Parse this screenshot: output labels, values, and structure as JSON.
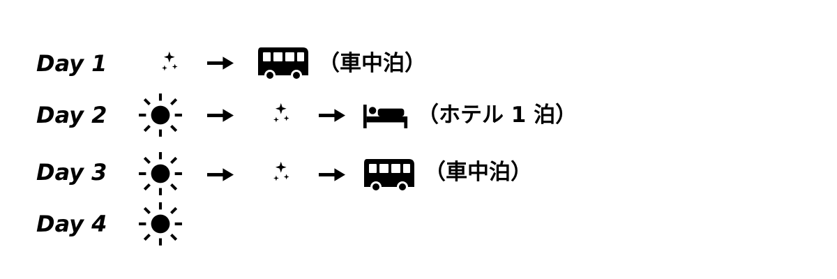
{
  "days": [
    {
      "label": "Day 1",
      "note": "（車中泊）"
    },
    {
      "label": "Day 2",
      "note": "（ホテル 1 泊）"
    },
    {
      "label": "Day 3",
      "note": "（車中泊）"
    },
    {
      "label": "Day 4"
    }
  ],
  "icons": {
    "sun": "sun-icon",
    "moon": "moon-stars-icon",
    "arrow": "arrow-right-icon",
    "bus": "bus-icon",
    "bed": "bed-icon"
  },
  "colors": {
    "foreground": "#000000",
    "background": "#ffffff"
  }
}
